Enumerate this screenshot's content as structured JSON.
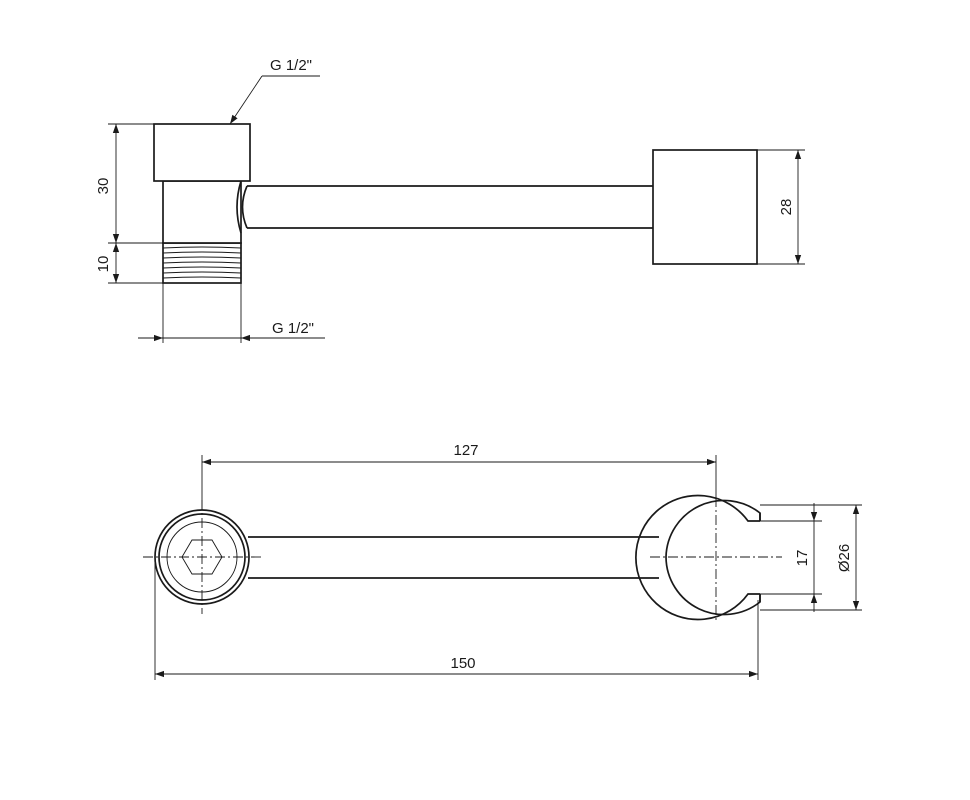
{
  "labels": {
    "thread_top": "G 1/2\"",
    "thread_bottom": "G 1/2\"",
    "dim_30": "30",
    "dim_10": "10",
    "dim_28": "28",
    "dim_127": "127",
    "dim_150": "150",
    "dim_17": "17",
    "dim_26": "Ø26"
  }
}
